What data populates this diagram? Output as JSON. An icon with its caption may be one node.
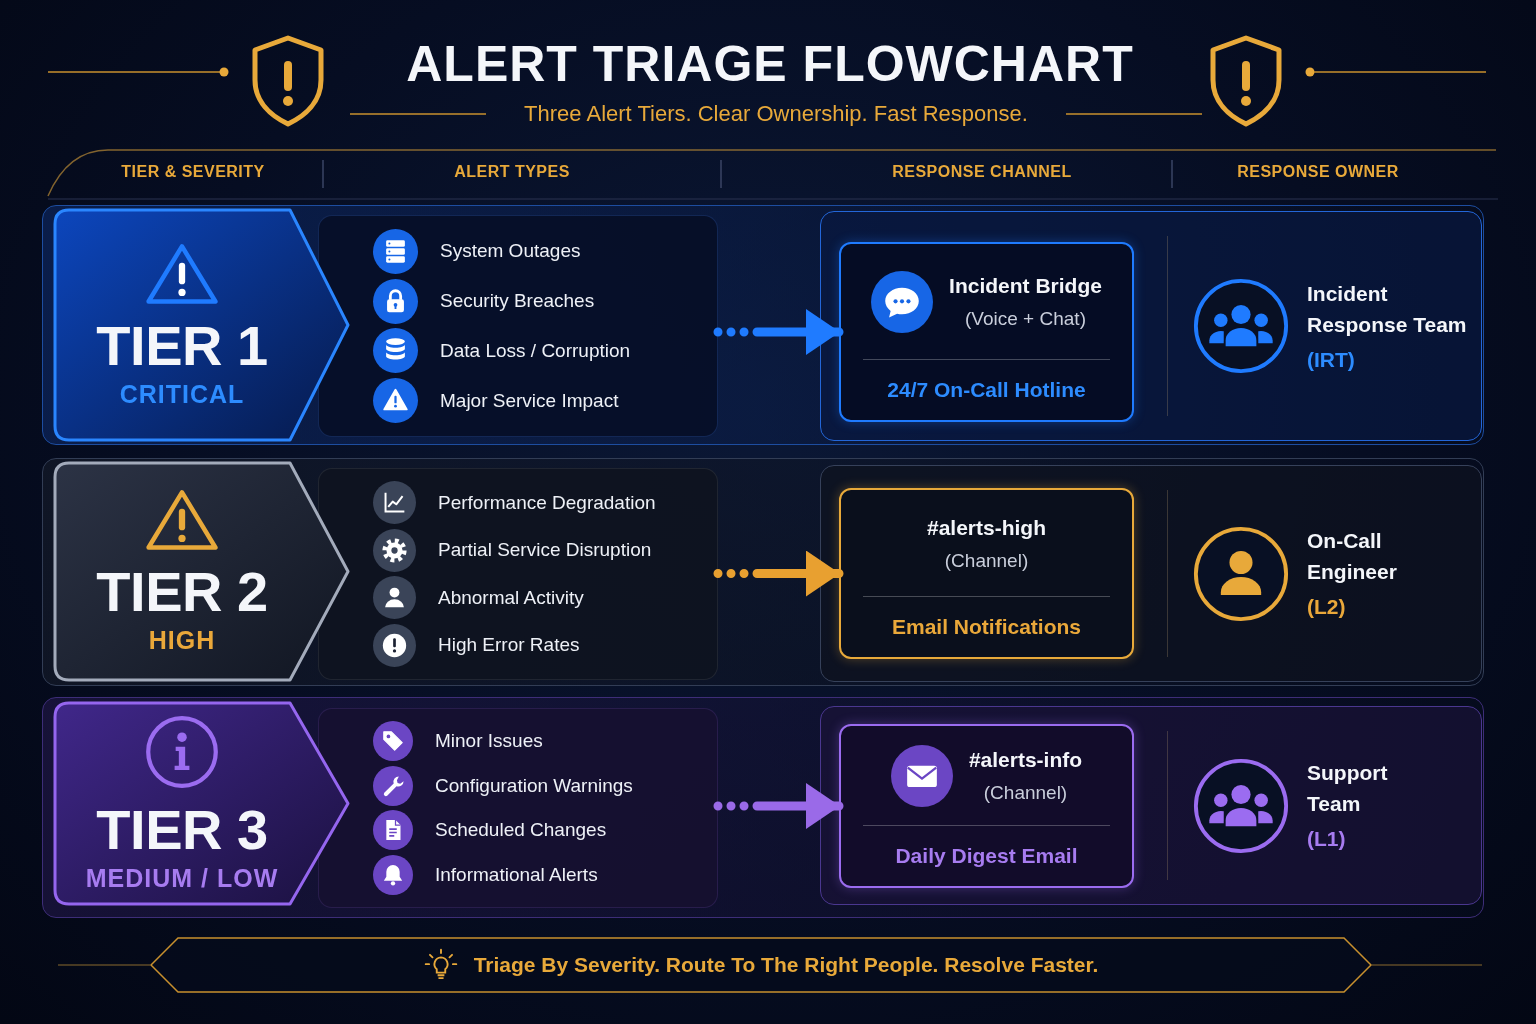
{
  "diagram": {
    "title": "ALERT TRIAGE FLOWCHART",
    "nodes": [
      {
        "text": [
          "TIER 1",
          "CRITICAL"
        ]
      },
      {
        "text": [
          "System Outages",
          "Security Breaches",
          "Data Loss / Corruption",
          "Major Service Impact"
        ]
      },
      {
        "text": [
          "Incident Response Team",
          "(IRT)"
        ]
      },
      {
        "text": [
          "Incident Bridge",
          "(Voice + Chat)",
          "24/7 On-Call Hotline"
        ],
        "in": 2
      },
      {
        "text": [
          "TIER 2",
          "HIGH"
        ]
      },
      {
        "text": [
          "Performance Degradation",
          "Partial Service Disruption",
          "Abnormal Activity",
          "High Error Rates"
        ]
      },
      {
        "text": [
          "On-Call Engineer",
          "(L2)"
        ]
      },
      {
        "text": [
          "#alerts-high",
          "(Channel)",
          "Email Notifications"
        ],
        "in": 6
      },
      {
        "text": [
          "TIER 3",
          "MEDIUM / LOW"
        ]
      },
      {
        "text": [
          "Minor Issues",
          "Configuration Warnings",
          "Scheduled Changes",
          "Informational Alerts"
        ]
      },
      {
        "text": [
          "Support Team",
          "(L1)"
        ]
      },
      {
        "text": [
          "#alerts-info",
          "(Channel)",
          "Daily Digest Email"
        ],
        "in": 10
      },
      {
        "text": [
          "Triage By Severity. Route To The Right People. Resolve Faster."
        ]
      }
    ],
    "edges": [
      {
        "from": 1,
        "to": 3,
        "arrow": "to",
        "color": "#1f7bff"
      },
      {
        "from": 5,
        "to": 7,
        "arrow": "to",
        "color": "#e8a030"
      },
      {
        "from": 9,
        "to": 11,
        "arrow": "to",
        "color": "#9a6ae8"
      }
    ],
    "labels": [
      "Three Alert Tiers. Clear Ownership. Fast Response.",
      "TIER & SEVERITY",
      "ALERT TYPES",
      "RESPONSE CHANNEL",
      "RESPONSE OWNER"
    ]
  }
}
